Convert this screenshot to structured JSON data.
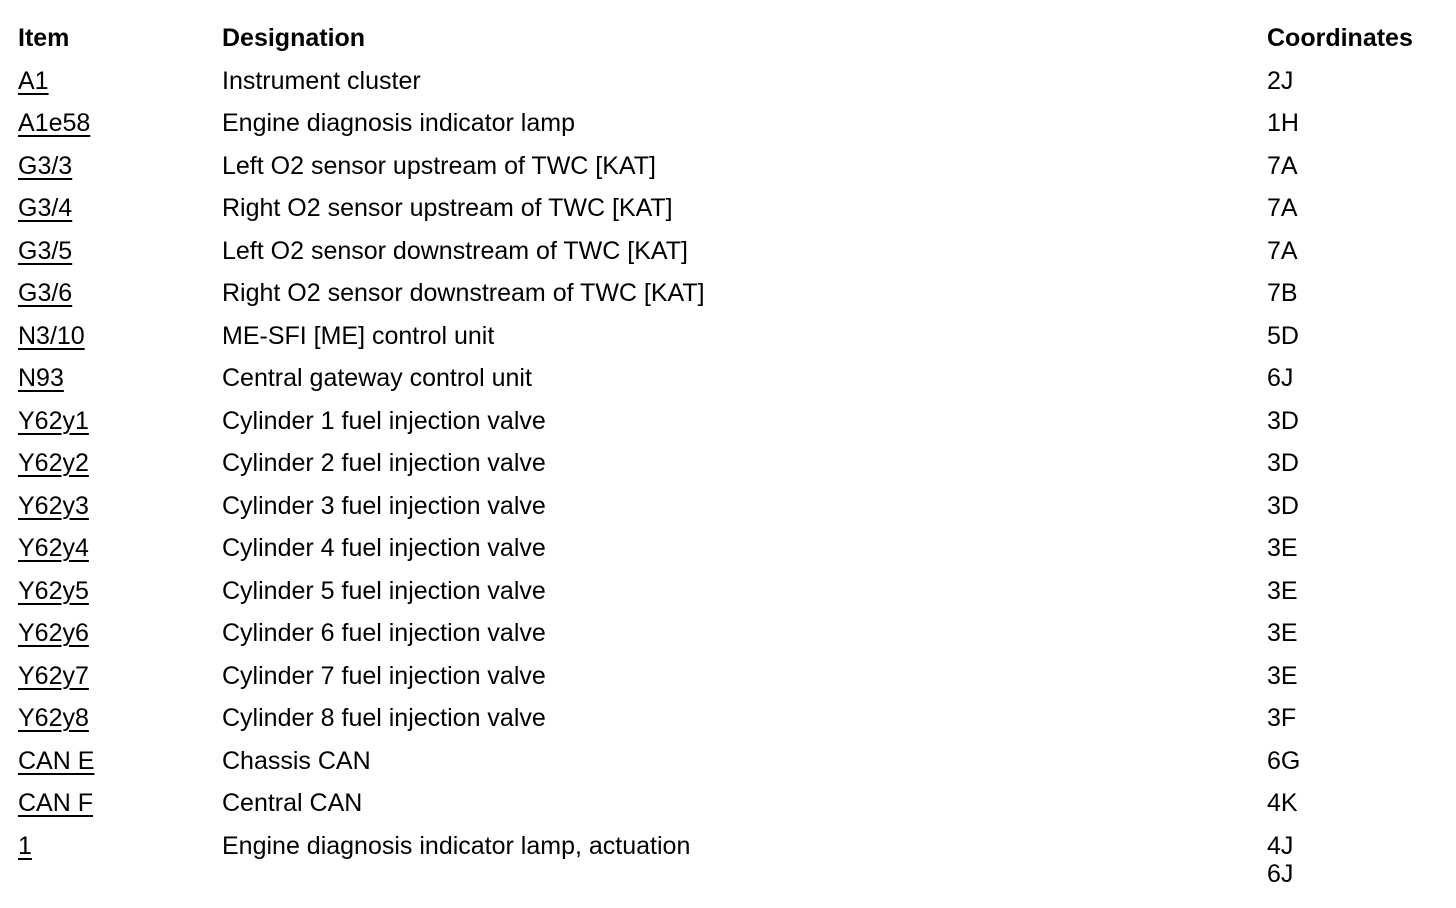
{
  "page": {
    "background_color": "#ffffff",
    "text_color": "#000000",
    "link_color": "#000000"
  },
  "table": {
    "headers": [
      {
        "key": "item",
        "label": "Item"
      },
      {
        "key": "designation",
        "label": "Designation"
      },
      {
        "key": "coordinates",
        "label": "Coordinates"
      }
    ],
    "rows": [
      {
        "item": "A1",
        "designation": "Instrument cluster",
        "coordinates": [
          "2J"
        ]
      },
      {
        "item": "A1e58",
        "designation": "Engine diagnosis indicator lamp",
        "coordinates": [
          "1H"
        ]
      },
      {
        "item": "G3/3",
        "designation": "Left O2 sensor upstream of TWC [KAT]",
        "coordinates": [
          "7A"
        ]
      },
      {
        "item": "G3/4",
        "designation": "Right O2 sensor upstream of TWC [KAT]",
        "coordinates": [
          "7A"
        ]
      },
      {
        "item": "G3/5",
        "designation": "Left O2 sensor downstream of TWC [KAT]",
        "coordinates": [
          "7A"
        ]
      },
      {
        "item": "G3/6",
        "designation": "Right O2 sensor downstream of TWC [KAT]",
        "coordinates": [
          "7B"
        ]
      },
      {
        "item": "N3/10",
        "designation": "ME-SFI [ME] control unit",
        "coordinates": [
          "5D"
        ]
      },
      {
        "item": "N93",
        "designation": "Central gateway control unit",
        "coordinates": [
          "6J"
        ]
      },
      {
        "item": "Y62y1",
        "designation": "Cylinder 1 fuel injection valve",
        "coordinates": [
          "3D"
        ]
      },
      {
        "item": "Y62y2",
        "designation": "Cylinder 2 fuel injection valve",
        "coordinates": [
          "3D"
        ]
      },
      {
        "item": "Y62y3",
        "designation": "Cylinder 3 fuel injection valve",
        "coordinates": [
          "3D"
        ]
      },
      {
        "item": "Y62y4",
        "designation": "Cylinder 4 fuel injection valve",
        "coordinates": [
          "3E"
        ]
      },
      {
        "item": "Y62y5",
        "designation": "Cylinder 5 fuel injection valve",
        "coordinates": [
          "3E"
        ]
      },
      {
        "item": "Y62y6",
        "designation": "Cylinder 6 fuel injection valve",
        "coordinates": [
          "3E"
        ]
      },
      {
        "item": "Y62y7",
        "designation": "Cylinder 7 fuel injection valve",
        "coordinates": [
          "3E"
        ]
      },
      {
        "item": "Y62y8",
        "designation": "Cylinder 8 fuel injection valve",
        "coordinates": [
          "3F"
        ]
      },
      {
        "item": "CAN E",
        "designation": "Chassis CAN",
        "coordinates": [
          "6G"
        ]
      },
      {
        "item": "CAN F",
        "designation": "Central CAN",
        "coordinates": [
          "4K"
        ]
      },
      {
        "item": "1",
        "designation": "Engine diagnosis indicator lamp, actuation",
        "coordinates": [
          "4J",
          "6J"
        ]
      }
    ]
  }
}
